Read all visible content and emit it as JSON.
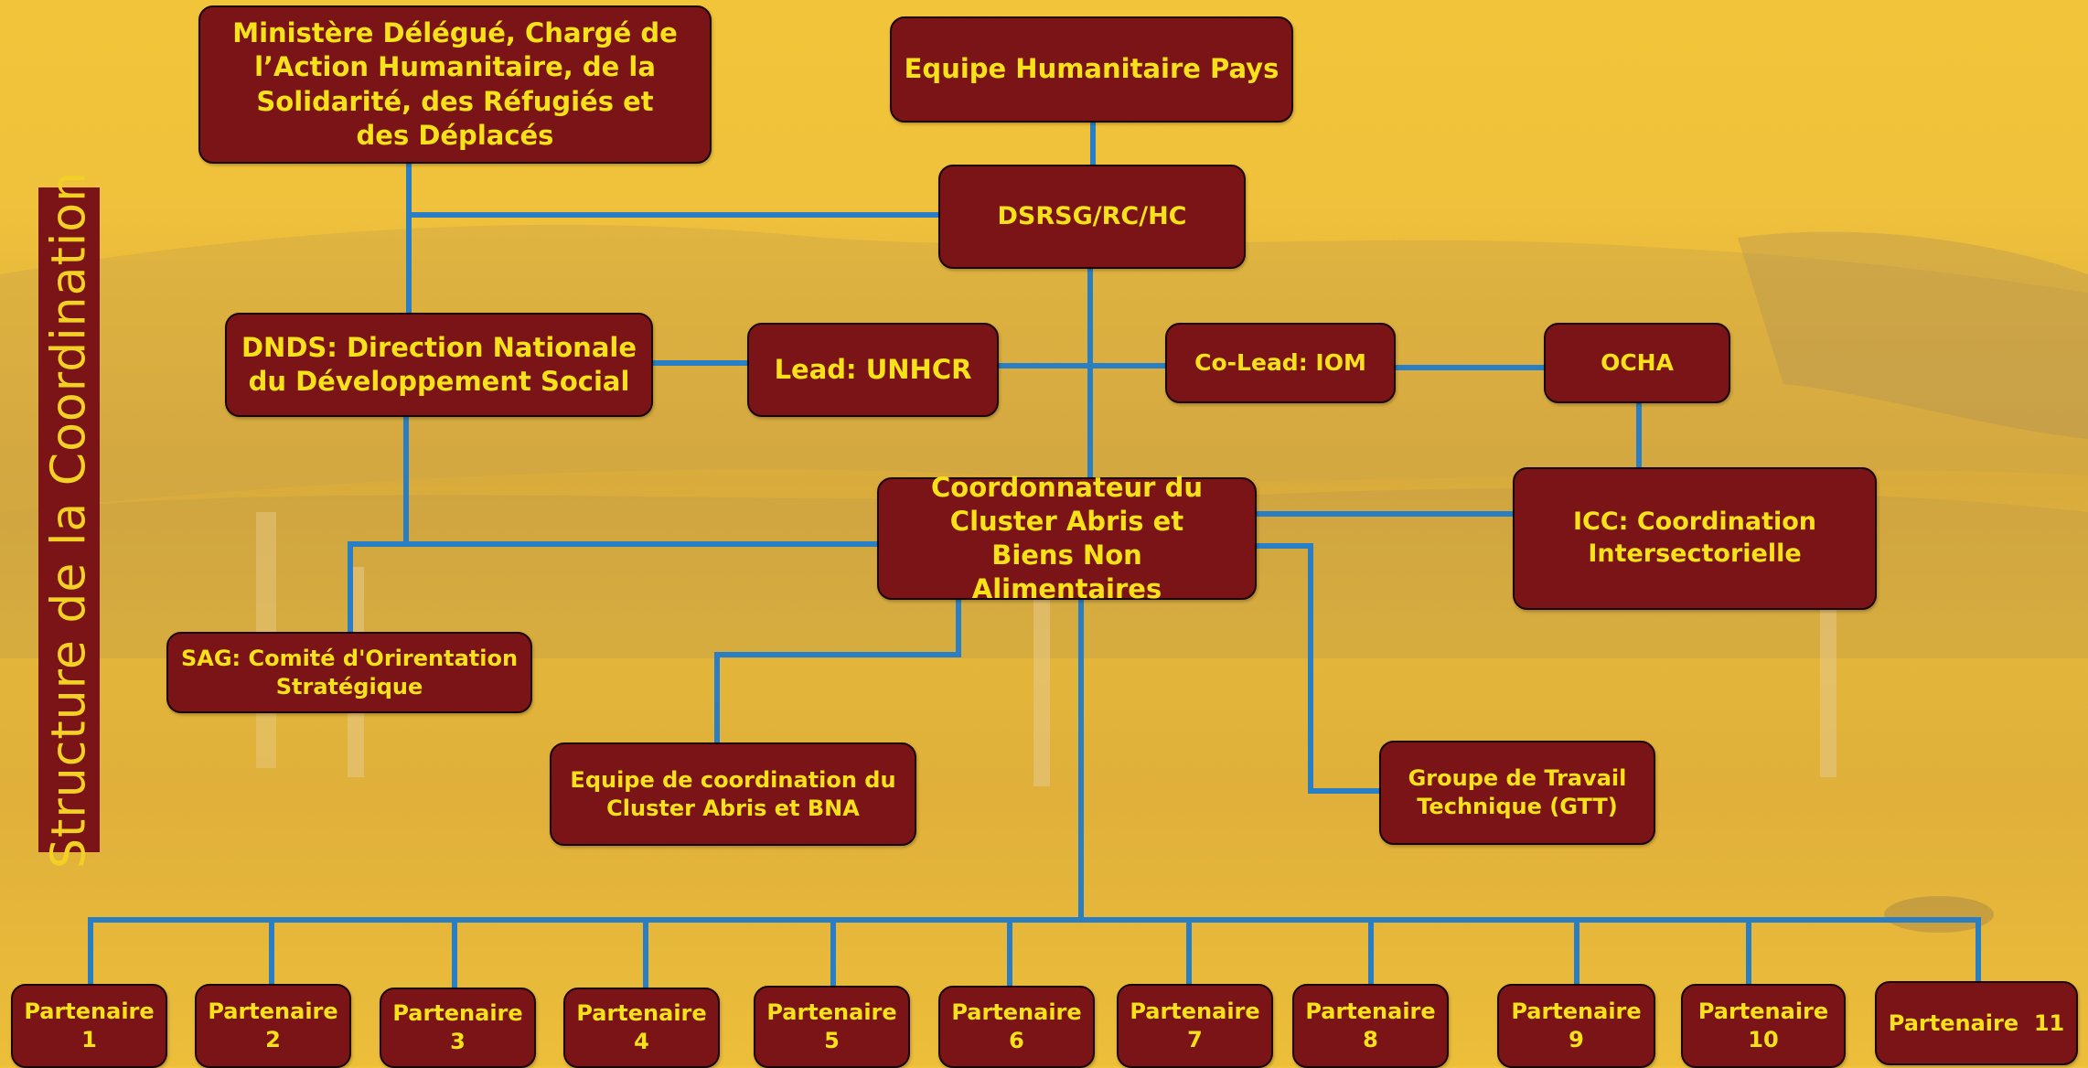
{
  "sidebar": {
    "title": "Structure de la Coordination"
  },
  "nodes": {
    "ministere": "Ministère Délégué, Chargé de l’Action Humanitaire, de la Solidarité, des Réfugiés et des Déplacés",
    "ehp": "Equipe Humanitaire Pays",
    "dsrsg": "DSRSG/RC/HC",
    "dnds": "DNDS: Direction Nationale du Développement Social",
    "lead": "Lead: UNHCR",
    "colead": "Co-Lead: IOM",
    "ocha": "OCHA",
    "coordonnateur": "Coordonnateur du Cluster Abris et Biens Non Alimentaires",
    "icc": "ICC: Coordination Intersectorielle",
    "sag": "SAG: Comité d'Orirentation Stratégique",
    "equipe_coord": "Equipe de coordination du Cluster Abris et BNA",
    "gtt": "Groupe de Travail Technique (GTT)"
  },
  "partners": [
    "Partenaire 1",
    "Partenaire 2",
    "Partenaire 3",
    "Partenaire 4",
    "Partenaire 5",
    "Partenaire 6",
    "Partenaire 7",
    "Partenaire 8",
    "Partenaire 9",
    "Partenaire 10",
    "Partenaire  11"
  ],
  "colors": {
    "box_fill": "#7b1416",
    "box_text": "#f7e21a",
    "connector": "#2a7fc4",
    "background": "#f0c23c"
  }
}
